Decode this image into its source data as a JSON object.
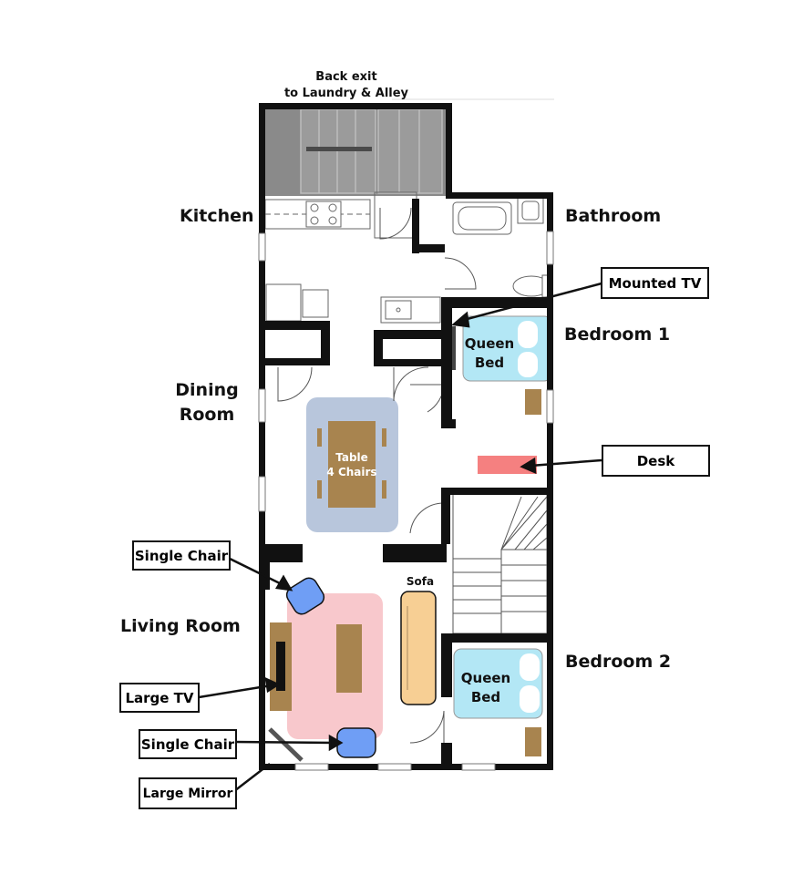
{
  "header": {
    "back_exit_line1": "Back exit",
    "back_exit_line2": "to Laundry & Alley"
  },
  "rooms": {
    "kitchen": "Kitchen",
    "bathroom": "Bathroom",
    "bedroom1": "Bedroom 1",
    "dining_line1": "Dining",
    "dining_line2": "Room",
    "living": "Living Room",
    "bedroom2": "Bedroom 2"
  },
  "callouts": {
    "mounted_tv": "Mounted TV",
    "desk": "Desk",
    "single_chair_top": "Single Chair",
    "large_tv": "Large TV",
    "single_chair_bottom": "Single Chair",
    "large_mirror": "Large Mirror"
  },
  "furniture": {
    "table_line1": "Table",
    "table_line2": "4 Chairs",
    "queen_bed_line1": "Queen",
    "queen_bed_line2": "Bed",
    "sofa": "Sofa"
  },
  "colors": {
    "wall": "#111111",
    "stairwell": "#8a8a8a",
    "bed": "#b3e7f5",
    "dining_rug": "#b8c6dc",
    "table": "#a8844f",
    "living_rug": "#f8c8cc",
    "sofa": "#f7cf94",
    "chair": "#6f9ef5",
    "desk": "#f58080",
    "nightstand": "#a8844f"
  }
}
